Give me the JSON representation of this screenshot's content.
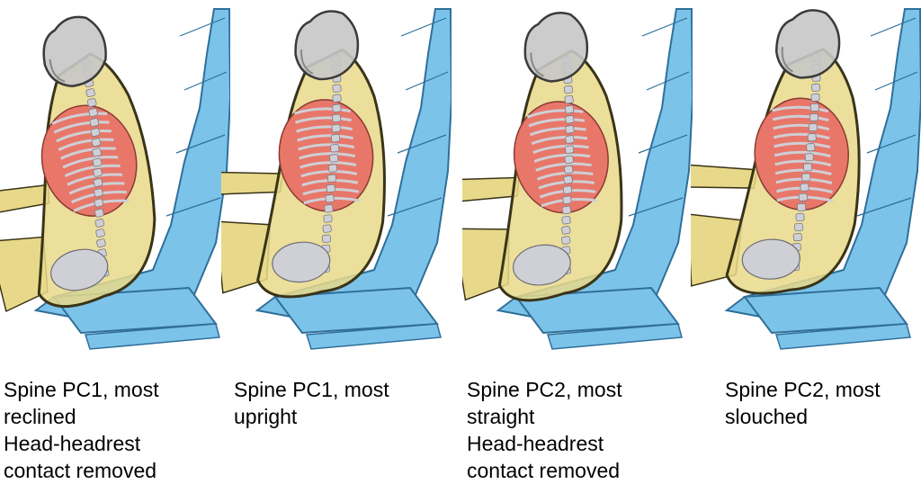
{
  "colors": {
    "background": "#ffffff",
    "seat": "#7cc3ea",
    "seat_edge": "#2f6f99",
    "body": "#e8d98a",
    "body_edge": "#3a3418",
    "lungs": "#e8776a",
    "bone": "#cfcfd6",
    "head": "#c7c7c7",
    "text": "#000000"
  },
  "panels": [
    {
      "image": "human-body-model-in-seat",
      "caption_lines": [
        "Spine PC1, most",
        "reclined",
        "Head-headrest",
        "contact removed"
      ]
    },
    {
      "image": "human-body-model-in-seat",
      "caption_lines": [
        "Spine PC1, most",
        "upright"
      ]
    },
    {
      "image": "human-body-model-in-seat",
      "caption_lines": [
        "Spine PC2, most",
        "straight",
        "Head-headrest",
        "contact removed"
      ]
    },
    {
      "image": "human-body-model-in-seat",
      "caption_lines": [
        "Spine PC2, most",
        "slouched"
      ]
    }
  ]
}
